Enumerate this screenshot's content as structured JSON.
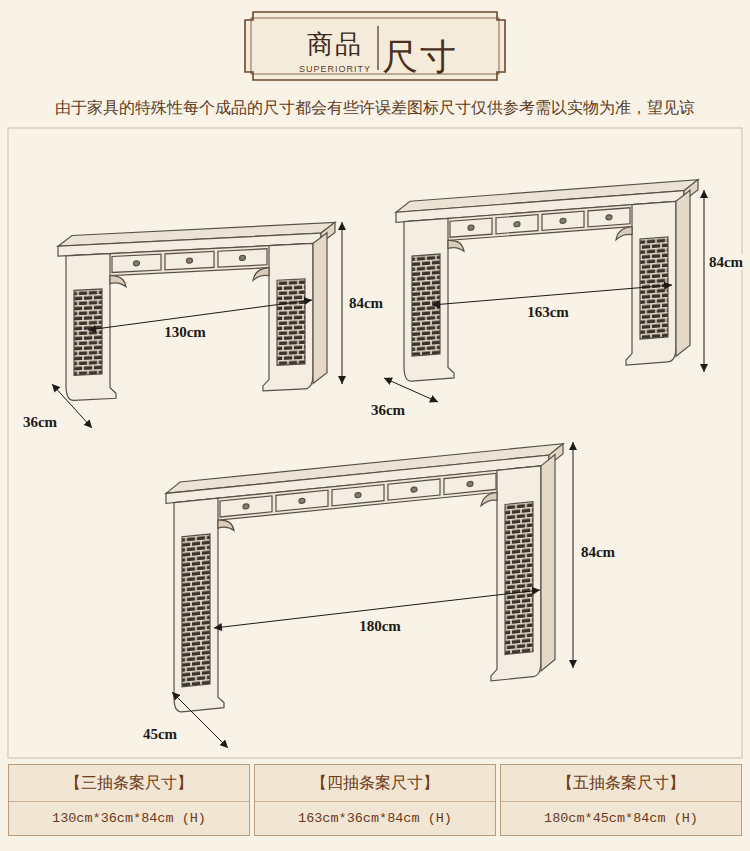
{
  "diagram": {
    "nodes": [
      {
        "text": [
          "商品",
          "SUPERIORITY",
          "尺寸"
        ]
      },
      {
        "text": [
          "【三抽条案尺寸】",
          "130cm*36cm*84cm (H)"
        ]
      },
      {
        "text": [
          "【四抽条案尺寸】",
          "163cm*36cm*84cm (H)"
        ]
      },
      {
        "text": [
          "【五抽条案尺寸】",
          "180cm*45cm*84cm (H)"
        ]
      }
    ],
    "labels": [
      "由于家具的特殊性每个成品的尺寸都会有些许误差图标尺寸仅供参考需以实物为准，望见谅",
      "84cm",
      "130cm",
      "36cm",
      "84cm",
      "163cm",
      "36cm",
      "84cm",
      "180cm",
      "45cm"
    ]
  }
}
